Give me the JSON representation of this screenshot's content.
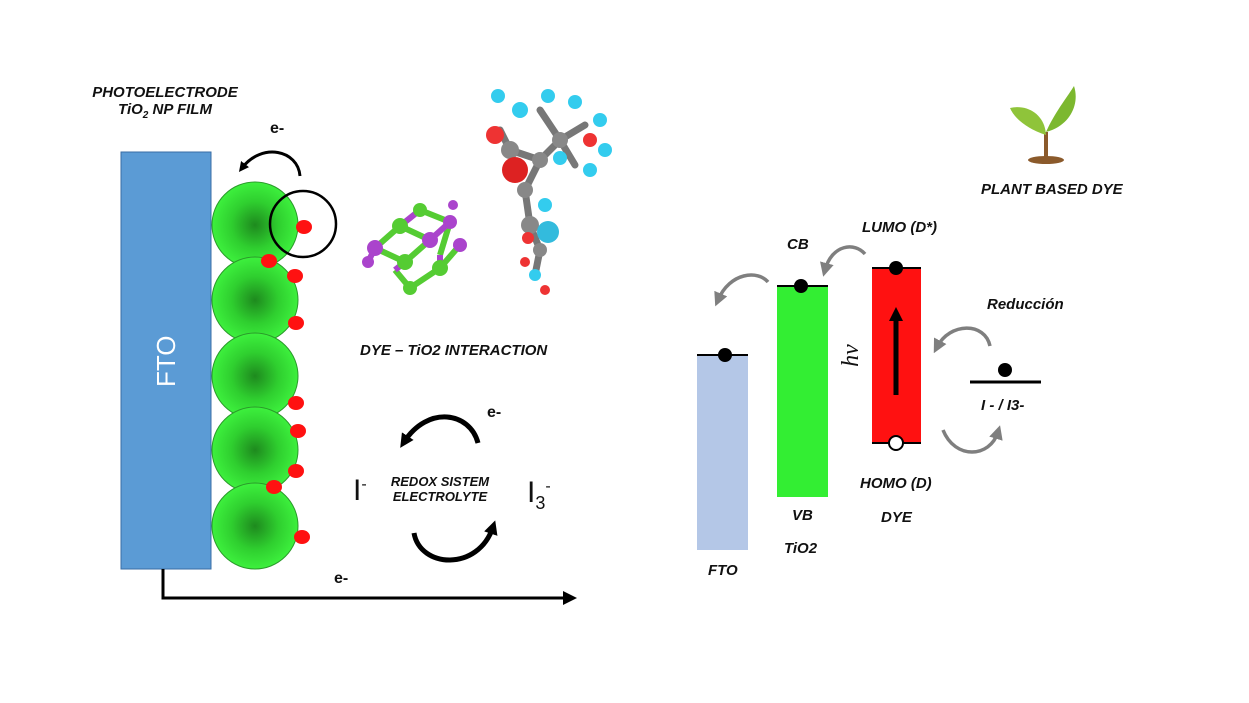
{
  "left_panel": {
    "photoelectrode_line1": "PHOTOELECTRODE",
    "photoelectrode_line2_prefix": "TiO",
    "photoelectrode_line2_sub": "2",
    "photoelectrode_line2_suffix": " NP FILM",
    "fto_label": "FTO",
    "electron_top": "e-",
    "electron_redox": "e-",
    "electron_bottom": "e-",
    "interaction_label": "DYE – TiO2 INTERACTION",
    "redox_line1": "REDOX SISTEM",
    "redox_line2": "ELECTROLYTE",
    "iodide": "I",
    "iodide_sup": "-",
    "triiodide": "I",
    "triiodide_sub": "3",
    "triiodide_sup": "-"
  },
  "right_panel": {
    "plant_label": "PLANT BASED DYE",
    "cb_label": "CB",
    "vb_label": "VB",
    "tio2_label": "TiO2",
    "fto_label": "FTO",
    "lumo_label": "LUMO (D*)",
    "homo_label": "HOMO (D)",
    "dye_label": "DYE",
    "hv_label": "hv",
    "reduccion_label": "Reducción",
    "redox_couple_label": "I - / I3-"
  },
  "colors": {
    "fto_blue": "#5b9bd5",
    "tio2_green": "#22dd22",
    "dye_red": "#ff1111",
    "fto_band": "#b4c7e7",
    "vb_green": "#33ee33",
    "arrow_gray": "#7f7f7f"
  }
}
